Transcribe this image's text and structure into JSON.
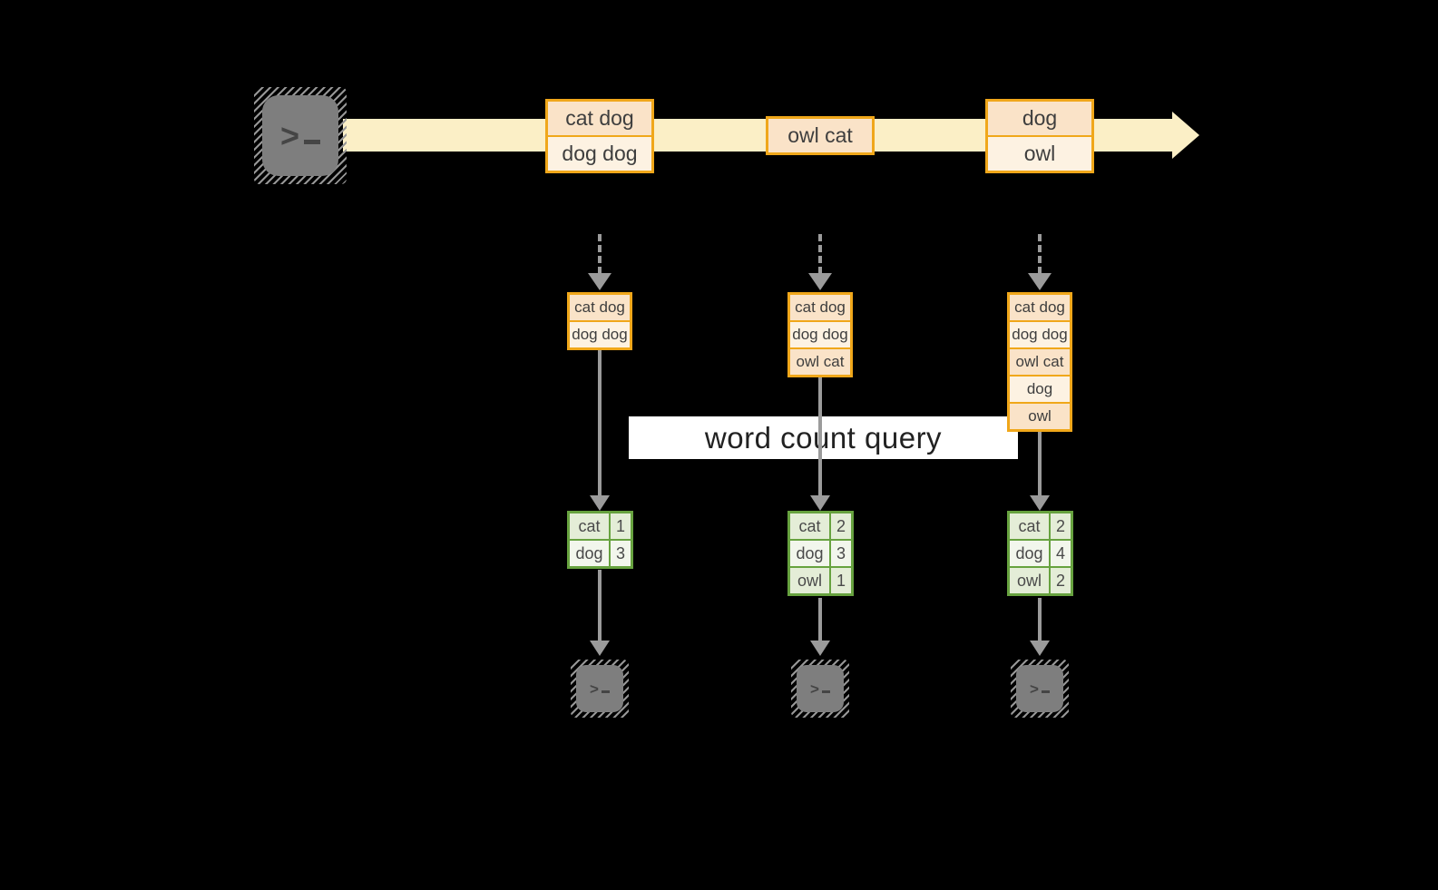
{
  "query_label": "word count query",
  "prompt_chevron": ">",
  "stream": {
    "batches": [
      {
        "items": [
          "cat dog",
          "dog dog"
        ]
      },
      {
        "items": [
          "owl cat"
        ]
      },
      {
        "items": [
          "dog",
          "owl"
        ]
      }
    ]
  },
  "columns": [
    {
      "state": [
        "cat dog",
        "dog dog"
      ],
      "counts": [
        {
          "word": "cat",
          "count": 1
        },
        {
          "word": "dog",
          "count": 3
        }
      ]
    },
    {
      "state": [
        "cat dog",
        "dog dog",
        "owl cat"
      ],
      "counts": [
        {
          "word": "cat",
          "count": 2
        },
        {
          "word": "dog",
          "count": 3
        },
        {
          "word": "owl",
          "count": 1
        }
      ]
    },
    {
      "state": [
        "cat dog",
        "dog dog",
        "owl cat",
        "dog",
        "owl"
      ],
      "counts": [
        {
          "word": "cat",
          "count": 2
        },
        {
          "word": "dog",
          "count": 4
        },
        {
          "word": "owl",
          "count": 2
        }
      ]
    }
  ],
  "colors": {
    "background": "#000000",
    "stream_band": "#FBEFC6",
    "box_border": "#F0A71A",
    "box_fill_dark": "#FAE3C8",
    "box_fill_light": "#FDF2E2",
    "table_border": "#67A23F",
    "table_fill_dark": "#E4EDD7",
    "table_fill_light": "#F2F6EC",
    "arrow_gray": "#9B9B9B",
    "terminal_gray": "#7E7E7E",
    "label_background": "#FFFFFF"
  }
}
